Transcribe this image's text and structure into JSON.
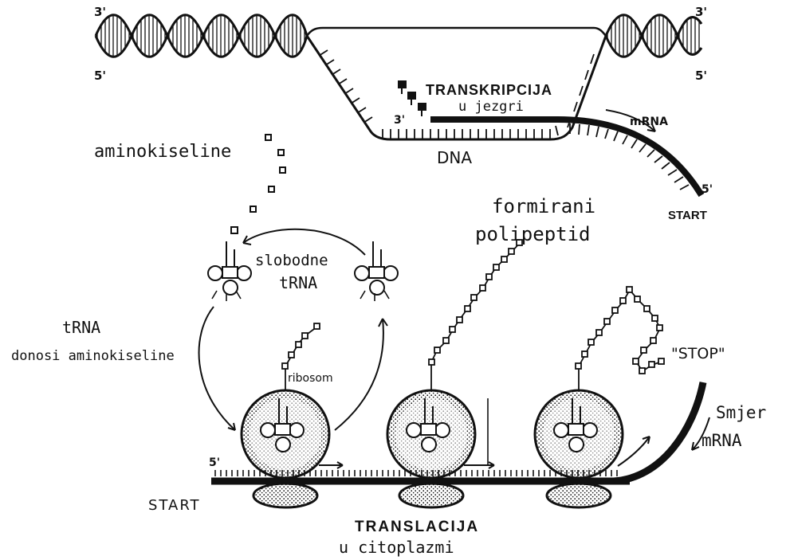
{
  "dna": {
    "end_top_left": "3'",
    "end_bottom_left": "5'",
    "end_top_right": "3'",
    "end_bottom_right": "5'",
    "label": "DNA",
    "template_end": "3'"
  },
  "transcription": {
    "title": "TRANSKRIPCIJA",
    "subtitle": "u jezgri"
  },
  "mrna": {
    "label": "mRNA",
    "end_label": "5'",
    "start_label": "START"
  },
  "amino_acids_label": "aminokiseline",
  "free_trna": {
    "line1": "slobodne",
    "line2": "tRNA"
  },
  "trna_delivers": {
    "line1": "tRNA",
    "line2": "donosi aminokiseline"
  },
  "ribosome_label": "ribosom",
  "polypeptide": {
    "line1": "formirani",
    "line2": "polipeptid"
  },
  "stop_label": "\"STOP\"",
  "direction": {
    "line1": "Smjer",
    "line2": "mRNA"
  },
  "translation": {
    "strand_end": "5'",
    "start_label": "START",
    "title": "TRANSLACIJA",
    "subtitle": "u citoplazmi"
  }
}
